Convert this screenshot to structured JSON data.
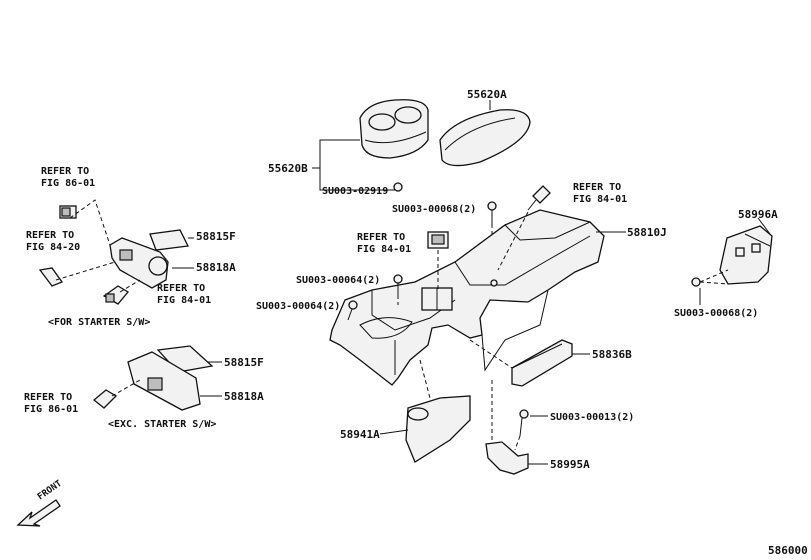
{
  "parts": {
    "p55620A": "55620A",
    "p55620B": "55620B",
    "p58810J": "58810J",
    "p58996A": "58996A",
    "p58815F_1": "58815F",
    "p58818A_1": "58818A",
    "p58815F_2": "58815F",
    "p58818A_2": "58818A",
    "p58836B": "58836B",
    "p58941A": "58941A",
    "p58995A": "58995A"
  },
  "fasteners": {
    "su02919": "SU003-02919",
    "su00068_top": "SU003-00068(2)",
    "su00064_a": "SU003-00064(2)",
    "su00064_b": "SU003-00064(2)",
    "su00068_right": "SU003-00068(2)",
    "su00013": "SU003-00013(2)"
  },
  "refs": {
    "ref1_l1": "REFER TO",
    "ref1_l2": "FIG 86-01",
    "ref2_l1": "REFER TO",
    "ref2_l2": "FIG 84-20",
    "ref3_l1": "REFER TO",
    "ref3_l2": "FIG 84-01",
    "ref4_l1": "REFER TO",
    "ref4_l2": "FIG 84-01",
    "ref5_l1": "REFER TO",
    "ref5_l2": "FIG 84-01",
    "ref6_l1": "REFER TO",
    "ref6_l2": "FIG 86-01"
  },
  "captions": {
    "starter": "<FOR STARTER S/W>",
    "exc_starter": "<EXC. STARTER S/W>"
  },
  "front_label": "FRONT",
  "figure_number": "586000"
}
